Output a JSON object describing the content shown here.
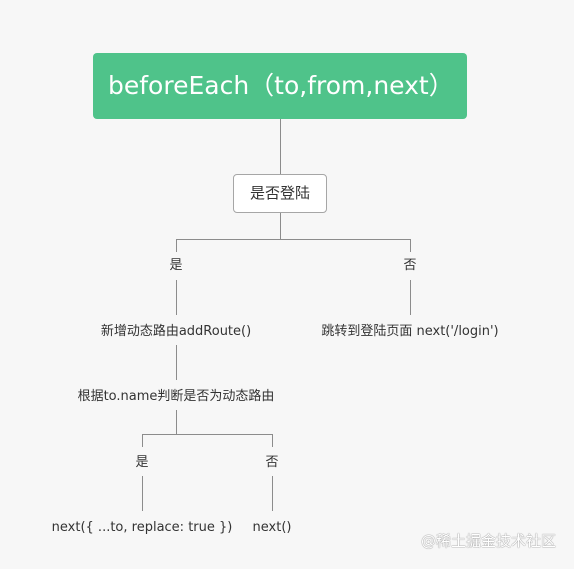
{
  "root": {
    "text": "beforeEach（to,from,next）"
  },
  "login_check": {
    "text": "是否登陆"
  },
  "branch_level1": {
    "yes_label": "是",
    "no_label": "否",
    "yes_action": "新增动态路由addRoute()",
    "no_action": "跳转到登陆页面 next('/login')"
  },
  "route_check": {
    "text": "根据to.name判断是否为动态路由"
  },
  "branch_level2": {
    "yes_label": "是",
    "no_label": "否",
    "yes_action": "next({ ...to, replace: true })",
    "no_action": "next()"
  },
  "watermark": {
    "text": "@稀土掘金技术社区"
  },
  "colors": {
    "root_fill": "#4fc38a",
    "connector": "#8c8c8c",
    "box_border": "#a6a6a6",
    "background": "#f7f7f7"
  }
}
